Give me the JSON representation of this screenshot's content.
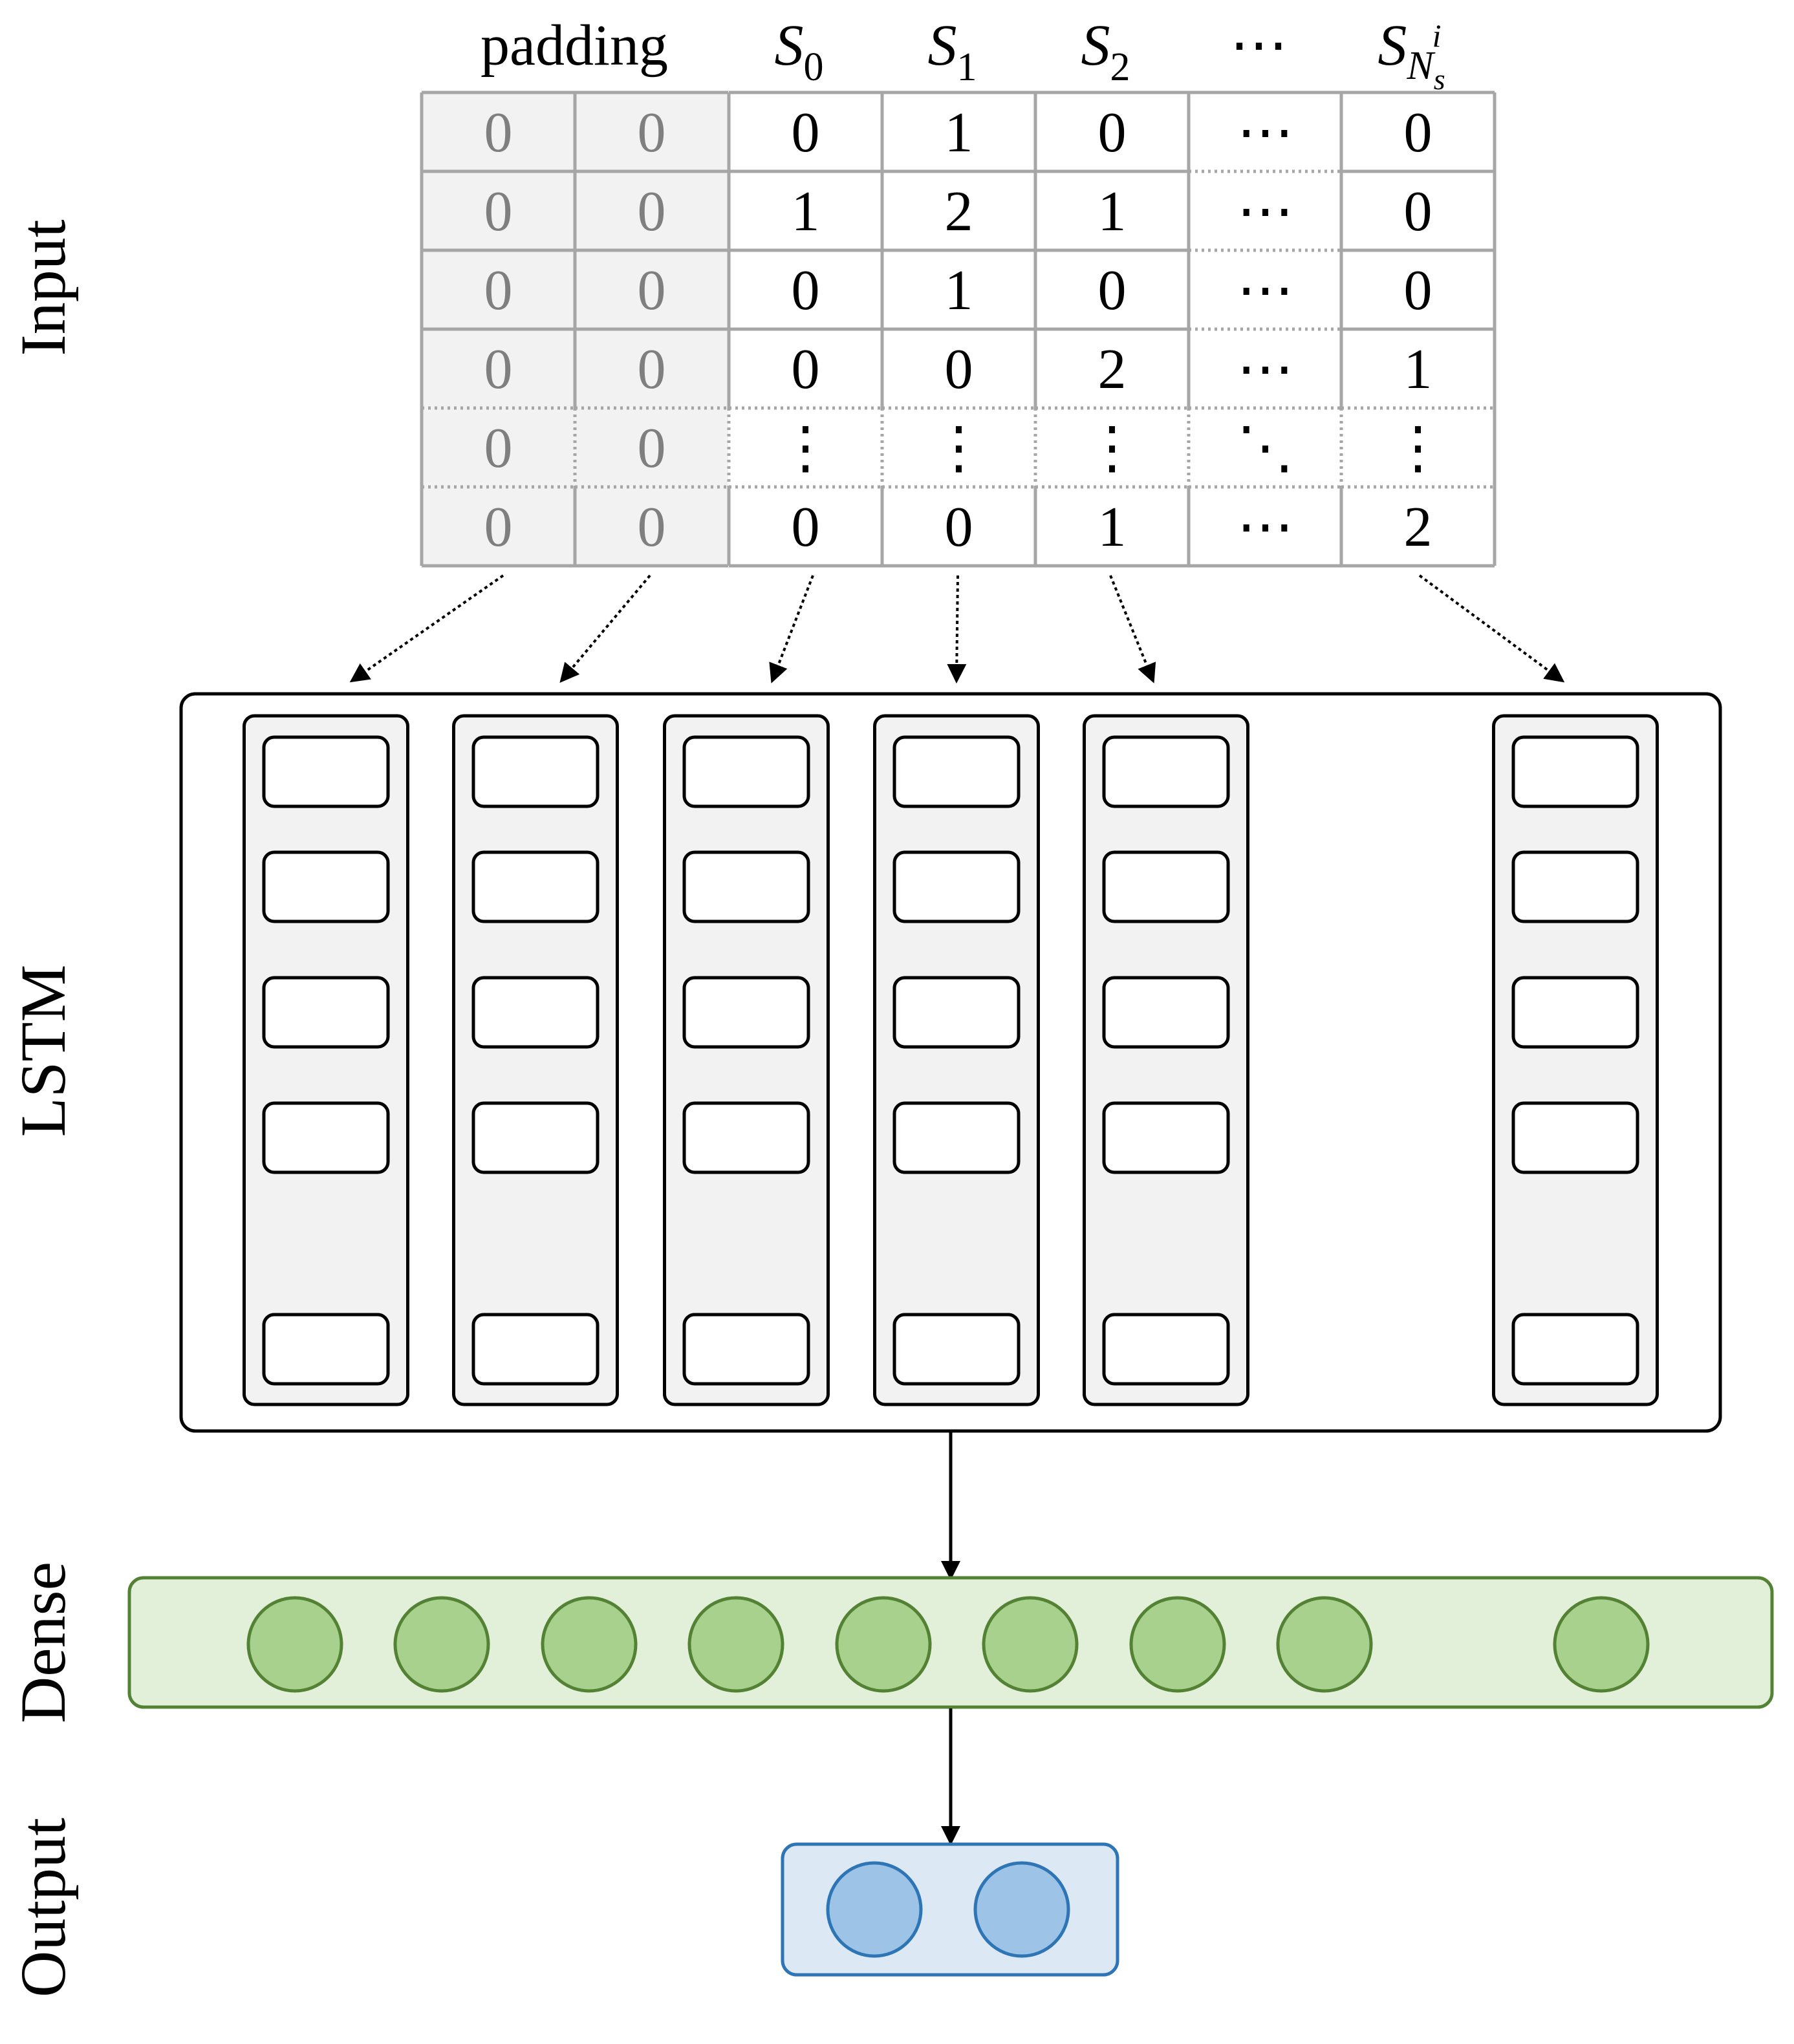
{
  "section_labels": {
    "input": "Input",
    "lstm": "LSTM",
    "dense": "Dense",
    "output": "Output"
  },
  "header": {
    "padding": "padding",
    "cols": [
      {
        "base": "S",
        "sub": "0"
      },
      {
        "base": "S",
        "sub": "1"
      },
      {
        "base": "S",
        "sub": "2"
      },
      {
        "base": "⋯",
        "sub": ""
      },
      {
        "base": "S",
        "sub": "Ns",
        "sup": "i"
      }
    ]
  },
  "table": {
    "rows": [
      [
        "0",
        "0",
        "0",
        "1",
        "0",
        "⋯",
        "0"
      ],
      [
        "0",
        "0",
        "1",
        "2",
        "1",
        "⋯",
        "0"
      ],
      [
        "0",
        "0",
        "0",
        "1",
        "0",
        "⋯",
        "0"
      ],
      [
        "0",
        "0",
        "0",
        "0",
        "2",
        "⋯",
        "1"
      ],
      [
        "0",
        "0",
        "⋮",
        "⋮",
        "⋮",
        "⋱",
        "⋮"
      ],
      [
        "0",
        "0",
        "0",
        "0",
        "1",
        "⋯",
        "2"
      ]
    ]
  },
  "colors": {
    "grid": "#a6a6a6",
    "padding_fill": "#f2f2f2",
    "lstm_col_fill": "#f2f2f2",
    "dense_fill": "#e2efd9",
    "dense_stroke": "#548235",
    "dense_node": "#a9d18e",
    "output_fill": "#dde8f5",
    "output_stroke": "#2e75b6",
    "output_node": "#9dc3e6"
  }
}
